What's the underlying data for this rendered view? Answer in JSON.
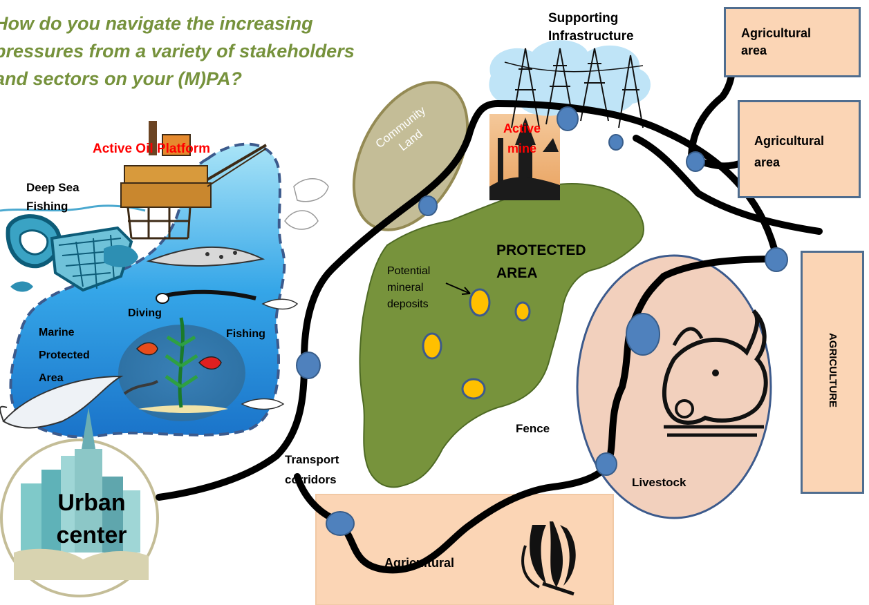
{
  "question": {
    "line1": "How do you navigate the increasing",
    "line2": "pressures from a variety of stakeholders",
    "line3": "and sectors on your (M)PA?"
  },
  "labels": {
    "supporting_infrastructure_1": "Supporting",
    "supporting_infrastructure_2": "Infrastructure",
    "agricultural_area_1_line1": "Agricultural",
    "agricultural_area_1_line2": "area",
    "agricultural_area_2_line1": "Agricultural",
    "agricultural_area_2_line2": "area",
    "community_land_1": "Community",
    "community_land_2": "Land",
    "active_mine_1": "Active",
    "active_mine_2": "mine",
    "active_oil_platform": "Active Oil Platform",
    "deep_sea_fishing_1": "Deep Sea",
    "deep_sea_fishing_2": "Fishing",
    "protected_area_1": "PROTECTED",
    "protected_area_2": "AREA",
    "potential_mineral_1": "Potential",
    "potential_mineral_2": "mineral",
    "potential_mineral_3": "deposits",
    "agriculture_vertical": "AGRICULTURE",
    "diving": "Diving",
    "fishing": "Fishing",
    "mpa_1": "Marine",
    "mpa_2": "Protected",
    "mpa_3": "Area",
    "fence": "Fence",
    "transport_1": "Transport",
    "transport_2": "corridors",
    "livestock": "Livestock",
    "urban_1": "Urban",
    "urban_2": "center",
    "agricultural_bottom": "Agricultural"
  },
  "colors": {
    "question": "#76923c",
    "protected_area": "#77933c",
    "mineral_deposit": "#ffc000",
    "agri_fill": "#fbd5b5",
    "community_fill": "#c4bd97",
    "community_border": "#948a54",
    "node_fill": "#4f81bd",
    "box_border": "#4f6d8f",
    "alert_text": "#ff0000",
    "marine_fill": "#35a6e8"
  }
}
